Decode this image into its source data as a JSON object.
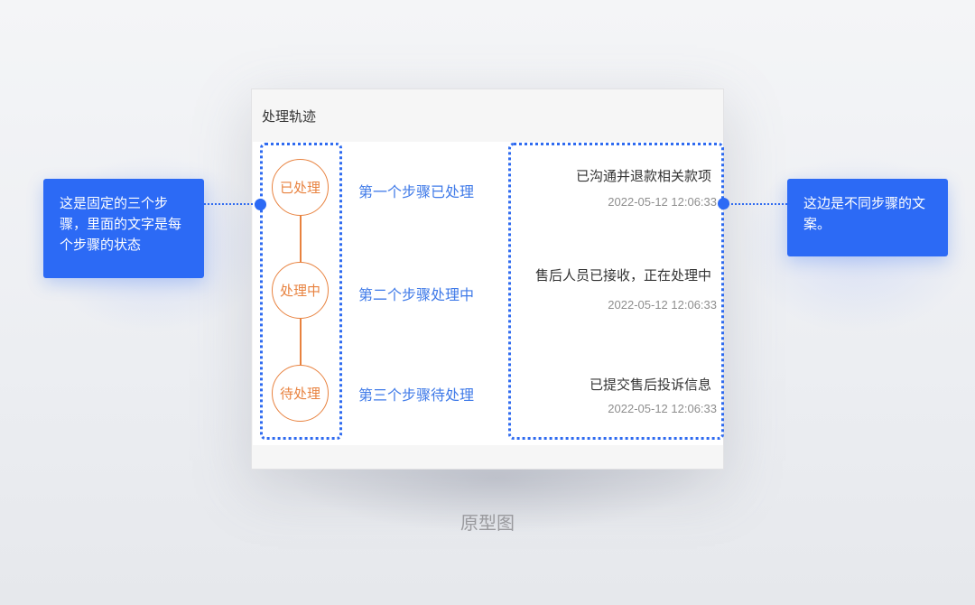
{
  "card": {
    "title": "处理轨迹"
  },
  "steps": [
    {
      "status": "已处理",
      "description": "第一个步骤已处理",
      "message": "已沟通并退款相关款项",
      "time": "2022-05-12 12:06:33"
    },
    {
      "status": "处理中",
      "description": "第二个步骤处理中",
      "message": "售后人员已接收，正在处理中",
      "time": "2022-05-12 12:06:33"
    },
    {
      "status": "待处理",
      "description": "第三个步骤待处理",
      "message": "已提交售后投诉信息",
      "time": "2022-05-12 12:06:33"
    }
  ],
  "annotations": {
    "left": "这是固定的三个步骤，里面的文字是每个步骤的状态",
    "right": "这边是不同步骤的文案。"
  },
  "caption": "原型图",
  "colors": {
    "accent_blue": "#2c6af5",
    "step_orange": "#e8823f",
    "description_blue": "#3f7ae8",
    "timestamp_gray": "#8e8e8e"
  }
}
